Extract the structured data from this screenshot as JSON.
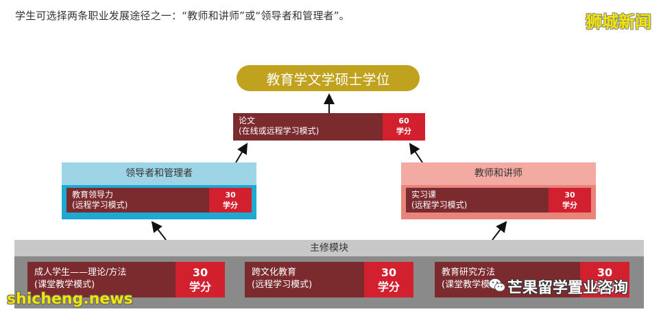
{
  "intro_text": "学生可选择两条职业发展途径之一：“教师和讲师”或“领导者和管理者”。",
  "brand_watermark": "狮城新闻",
  "degree": "教育学文学硕士学位",
  "thesis": {
    "title": "论文",
    "mode": "(在线或远程学习模式)",
    "credits": "60",
    "credit_unit": "学分"
  },
  "tracks": [
    {
      "name": "领导者和管理者",
      "course": "教育领导力",
      "mode": "(远程学习模式)",
      "credits": "30",
      "credit_unit": "学分",
      "color": "#1da9d1"
    },
    {
      "name": "教师和讲师",
      "course": "实习课",
      "mode": "(远程学习模式)",
      "credits": "30",
      "credit_unit": "学分",
      "color": "#e8847a"
    }
  ],
  "core": {
    "title": "主修模块",
    "modules": [
      {
        "name": "成人学生——理论/方法",
        "mode": "(课堂教学模式)",
        "credits": "30",
        "credit_unit": "学分"
      },
      {
        "name": "跨文化教育",
        "mode": "(远程学习模式)",
        "credits": "30",
        "credit_unit": "学分"
      },
      {
        "name": "教育研究方法",
        "mode": "(课堂教学模式)",
        "credits": "30",
        "credit_unit": "学分"
      }
    ]
  },
  "watermark_site": "shicheng.news",
  "watermark_wechat": "芒果留学置业咨询",
  "colors": {
    "gold": "#c1a21e",
    "maroon": "#7b2a2e",
    "red": "#d2202f",
    "blue": "#1da9d1",
    "salmon": "#e8847a",
    "gray": "#8a8a8a"
  }
}
